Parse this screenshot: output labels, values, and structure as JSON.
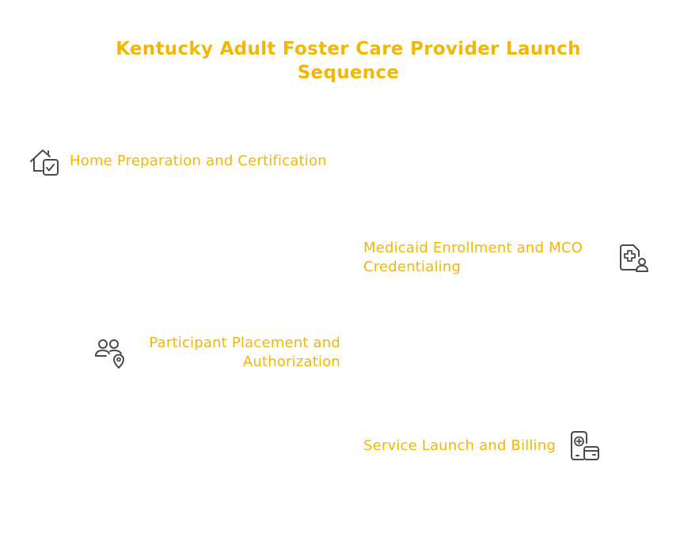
{
  "diagram": {
    "title": "Kentucky Adult Foster Care Provider Launch Sequence",
    "accent_color": "#f2b705",
    "icon_color": "#4a4a4a",
    "steps": [
      {
        "label": "Home Preparation and Certification",
        "icon": "house-check-icon"
      },
      {
        "label": "Medicaid Enrollment and MCO Credentialing",
        "icon": "medical-document-person-icon"
      },
      {
        "label": "Participant Placement and Authorization",
        "icon": "people-location-icon"
      },
      {
        "label": "Service Launch and Billing",
        "icon": "mobile-payment-card-icon"
      }
    ]
  }
}
